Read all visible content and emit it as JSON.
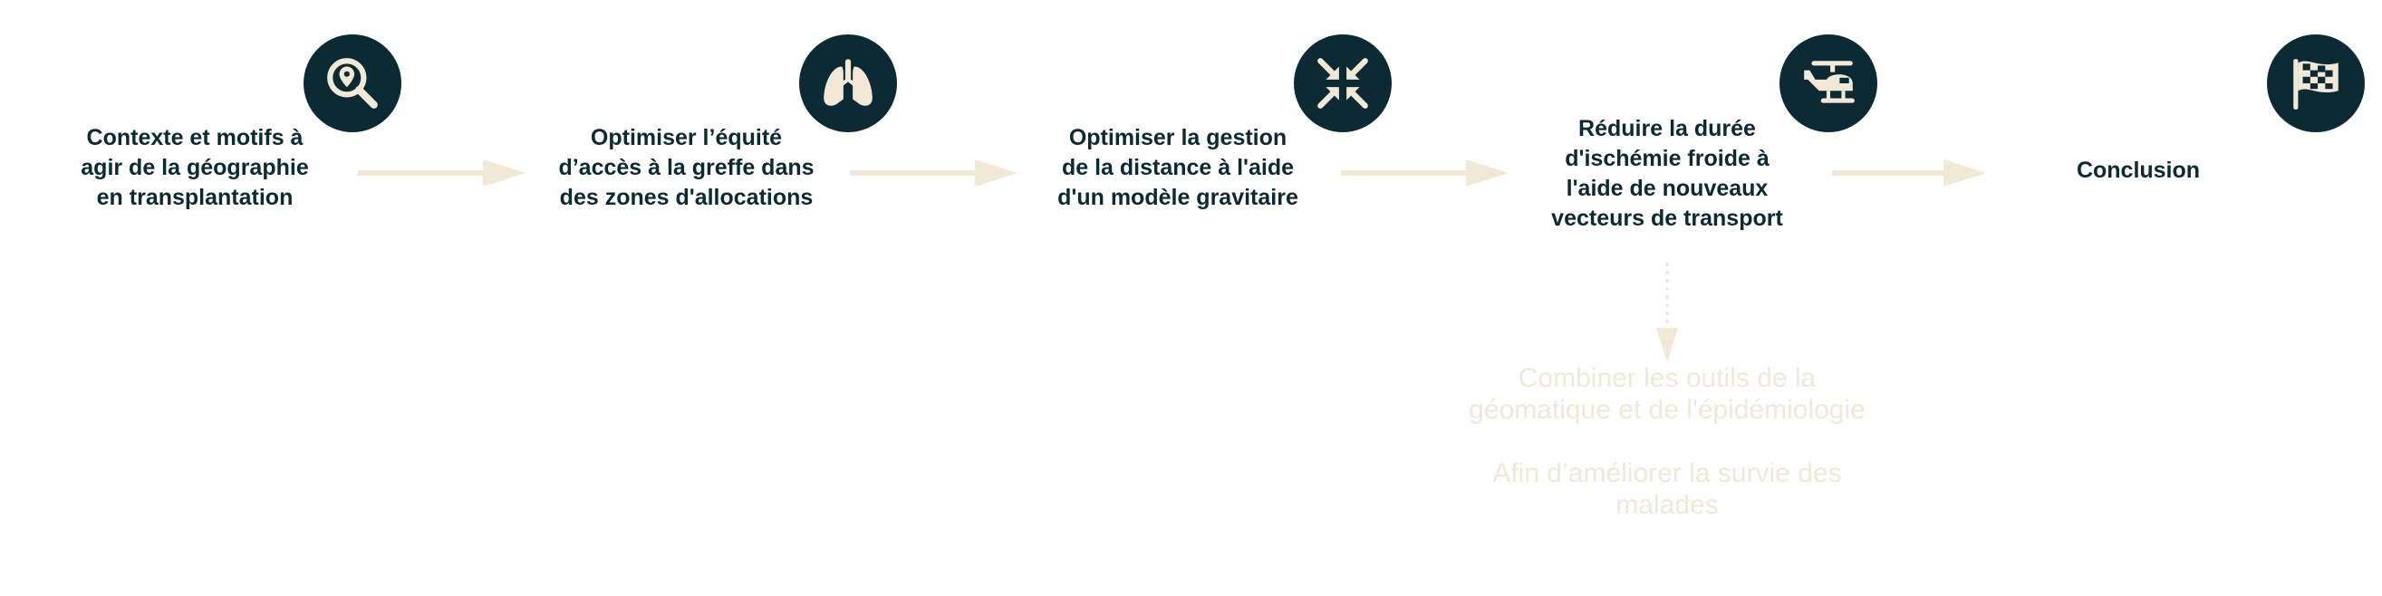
{
  "steps": [
    {
      "label": "Contexte et motifs à\nagir de la géographie\nen transplantation",
      "icon": "search-location-icon"
    },
    {
      "label": "Optimiser l’équité\nd’accès à la greffe dans\ndes zones d'allocations",
      "icon": "lungs-icon"
    },
    {
      "label": "Optimiser la gestion\nde la distance à l'aide\nd'un modèle gravitaire",
      "icon": "compress-arrows-icon"
    },
    {
      "label": "Réduire la durée\nd'ischémie froide à\nl'aide de nouveaux\nvecteurs de transport",
      "icon": "helicopter-icon"
    },
    {
      "label": "Conclusion",
      "icon": "checkered-flag-icon"
    }
  ],
  "goal": {
    "line1": "Combiner les outils de la\ngéomatique et de l'épidémiologie",
    "line2": "Afin d’améliorer la survie des\nmalades"
  },
  "colors": {
    "dark": "#0b2a33",
    "cream": "#f1e9d6"
  }
}
